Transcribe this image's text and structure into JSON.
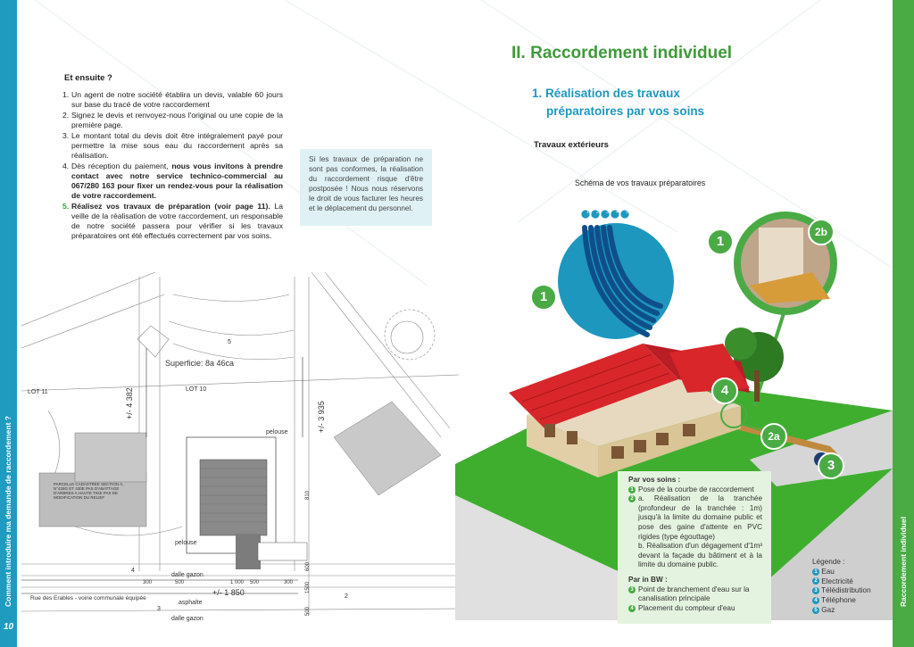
{
  "left_sidebar": {
    "text": "Comment introduire ma demande de raccordement ?",
    "page_number": "10"
  },
  "right_sidebar": {
    "text": "Raccordement individuel"
  },
  "left": {
    "title": "Et ensuite ?",
    "steps": [
      {
        "num": "1.",
        "text": "Un agent de notre société établira un devis, valable 60 jours sur base du tracé de votre raccordement"
      },
      {
        "num": "2.",
        "text": "Signez le devis et renvoyez-nous l'original ou une copie de la première page."
      },
      {
        "num": "3.",
        "text": "Le montant total du devis doit être intégralement payé pour permettre la mise sous eau du raccordement après sa réalisation."
      },
      {
        "num": "4.",
        "text_pre": "Dès réception du paiement, ",
        "text_bold": "nous vous invitons à prendre contact avec notre service technico-commercial au 067/280 163 pour fixer un rendez-vous pour la réalisation de votre raccordement."
      },
      {
        "num": "5.",
        "text_bold": "Réalisez vos travaux de préparation (voir page 11).",
        "text_post": " La veille de la réalisation de votre raccordement, un responsable de notre société passera pour vérifier si les travaux préparatoires ont été effectués correctement par vos soins."
      }
    ],
    "note": "Si les travaux de préparation ne sont pas conformes, la réalisation du raccordement risque d'être postposée ! Nous nous réservons le droit de vous facturer les heures et le déplacement du personnel."
  },
  "plan": {
    "superficie": "Superficie: 8a 46ca",
    "lot11": "LOT 11",
    "lot10": "LOT 10",
    "pelouse_1": "pelouse",
    "pelouse_2": "pelouse",
    "dim_4382": "+/- 4 382",
    "dim_3935": "+/- 3 935",
    "dim_1850": "+/- 1 850",
    "dim_300": "300",
    "dim_500": "500",
    "dim_1000": "1 000",
    "dim_500b": "500",
    "dim_300b": "300",
    "dim_810": "810",
    "dim_1500": "1500",
    "dim_600": "600",
    "dim_500c": "500",
    "dalle_gazon_1": "dalle  gazon",
    "dalle_gazon_2": "dalle  gazon",
    "asphalte": "asphalte",
    "rue": "Rue des Erables - voirie communale équipée",
    "parcelle": "PARCELLE CADASTREE SECTION A, N°428G ET 430E PAS D'ABATTAGE D'ARBRES A HAUTE TIGE PAS DE MODIFICATION DU RELIEF",
    "mark_5": "5",
    "mark_4": "4",
    "mark_2": "2",
    "mark_3": "3"
  },
  "right": {
    "main_title": "II. Raccordement individuel",
    "subtitle_line1": "1. Réalisation des travaux",
    "subtitle_line2": "préparatoires par vos soins",
    "section": "Travaux extérieurs",
    "schema_title": "Schéma de vos travaux préparatoires",
    "badges": {
      "b1a": "1",
      "b1b": "1",
      "b2b": "2b",
      "b4": "4",
      "b2a": "2a",
      "b3": "3"
    },
    "pipe_numbers": [
      "1",
      "2",
      "3",
      "4",
      "5"
    ]
  },
  "soins": {
    "title": "Par vos soins :",
    "item1_num": "1",
    "item1": "Pose de la courbe de raccordement",
    "item2_num": "2",
    "item2a": "a. Réalisation de la tranchée (profondeur de la tranchée : 1m) jusqu'à la limite du domaine public et pose des gaine d'attente en PVC rigides (type égouttage)",
    "item2b": "b. Réalisation d'un dégagement d'1m³ devant la façade du bâtiment et à la limite du domaine public.",
    "bw_title": "Par in BW :",
    "item3_num": "3",
    "item3": "Point de branchement d'eau sur la canalisation principale",
    "item4_num": "4",
    "item4": "Placement du compteur d'eau"
  },
  "legend": {
    "title": "Légende :",
    "items": [
      {
        "num": "1",
        "label": "Eau"
      },
      {
        "num": "2",
        "label": "Electricité"
      },
      {
        "num": "3",
        "label": "Télédistribution"
      },
      {
        "num": "4",
        "label": "Téléphone"
      },
      {
        "num": "5",
        "label": "Gaz"
      }
    ]
  },
  "colors": {
    "green": "#4aab45",
    "blue": "#1e97bf",
    "roof_red": "#d8262b",
    "grass": "#3fae2f"
  }
}
